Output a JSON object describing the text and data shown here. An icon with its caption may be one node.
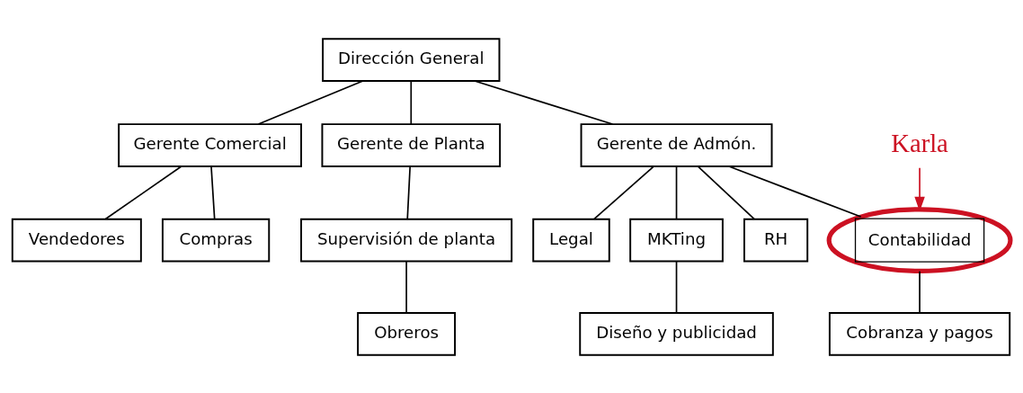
{
  "diagram": {
    "nodes": [
      {
        "text": [
          "Dirección General"
        ]
      },
      {
        "text": [
          "Gerente Comercial"
        ]
      },
      {
        "text": [
          "Gerente de Planta"
        ]
      },
      {
        "text": [
          "Gerente de Admón."
        ]
      },
      {
        "text": [
          "Karla"
        ]
      },
      {
        "text": [
          "Vendedores"
        ]
      },
      {
        "text": [
          "Compras"
        ]
      },
      {
        "text": [
          "Supervisión de planta"
        ]
      },
      {
        "text": [
          "Legal"
        ]
      },
      {
        "text": [
          "MKTing"
        ]
      },
      {
        "text": [
          "RH"
        ]
      },
      {
        "text": [
          "Contabilidad"
        ]
      },
      {
        "text": [
          "Obreros"
        ]
      },
      {
        "text": [
          "Diseño y publicidad"
        ]
      },
      {
        "text": [
          "Cobranza y pagos"
        ]
      }
    ],
    "edges": [
      {
        "from": 0,
        "to": 1,
        "arrow": "none"
      },
      {
        "from": 0,
        "to": 2,
        "arrow": "none"
      },
      {
        "from": 0,
        "to": 3,
        "arrow": "none"
      },
      {
        "from": 1,
        "to": 5,
        "arrow": "none"
      },
      {
        "from": 1,
        "to": 6,
        "arrow": "none"
      },
      {
        "from": 2,
        "to": 7,
        "arrow": "none"
      },
      {
        "from": 3,
        "to": 8,
        "arrow": "none"
      },
      {
        "from": 3,
        "to": 9,
        "arrow": "none"
      },
      {
        "from": 3,
        "to": 10,
        "arrow": "none"
      },
      {
        "from": 3,
        "to": 11,
        "arrow": "none"
      },
      {
        "from": 4,
        "to": 11,
        "arrow": "to",
        "color": "#cc1122"
      },
      {
        "from": 7,
        "to": 12,
        "arrow": "none"
      },
      {
        "from": 9,
        "to": 13,
        "arrow": "none"
      },
      {
        "from": 11,
        "to": 14,
        "arrow": "none"
      }
    ]
  }
}
